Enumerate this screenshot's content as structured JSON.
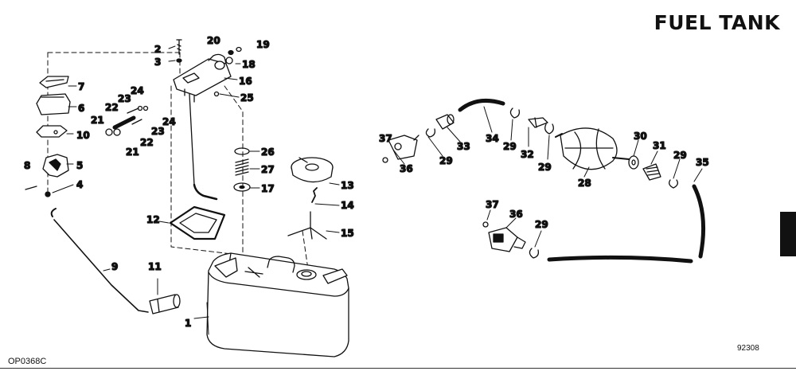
{
  "title": "FUEL TANK",
  "ref_code": "OP0368C",
  "drawing_number": "92308",
  "parts": {
    "p1": "1",
    "p2": "2",
    "p3": "3",
    "p4": "4",
    "p5": "5",
    "p6": "6",
    "p7": "7",
    "p8": "8",
    "p9": "9",
    "p10": "10",
    "p11": "11",
    "p12": "12",
    "p13": "13",
    "p14": "14",
    "p15": "15",
    "p16": "16",
    "p17": "17",
    "p18": "18",
    "p19": "19",
    "p20": "20",
    "p21": "21",
    "p22": "22",
    "p23": "23",
    "p24": "24",
    "p25": "25",
    "p26": "26",
    "p27": "27",
    "p28": "28",
    "p29": "29",
    "p31": "31",
    "p32": "32",
    "p30": "30",
    "p33": "33",
    "p34": "34",
    "p35": "35",
    "p36": "36",
    "p37": "37"
  }
}
